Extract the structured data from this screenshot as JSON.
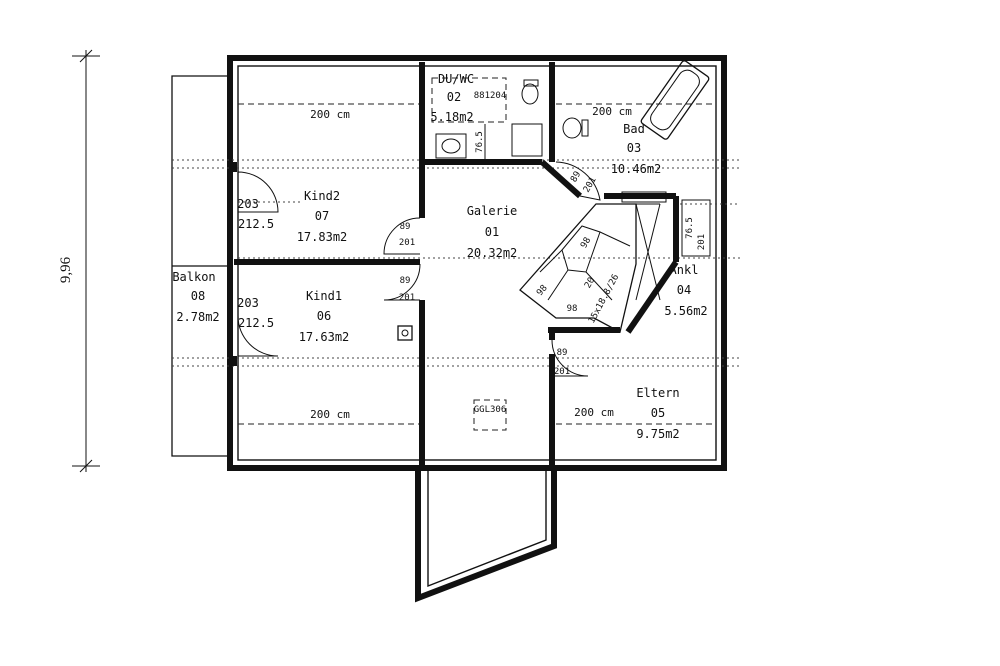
{
  "dimension": {
    "overall_height": "9,96"
  },
  "rooms": {
    "duwc": {
      "name": "DU/WC",
      "number": "02",
      "area": "5.18m2",
      "code": "881204",
      "dim": "76.5"
    },
    "bad": {
      "name": "Bad",
      "number": "03",
      "area": "10.46m2",
      "width": "200 cm"
    },
    "kind2": {
      "name": "Kind2",
      "number": "07",
      "area": "17.83m2",
      "width": "200 cm"
    },
    "galerie": {
      "name": "Galerie",
      "number": "01",
      "area": "20.32m2"
    },
    "balkon": {
      "name": "Balkon",
      "number": "08",
      "area": "2.78m2"
    },
    "kind1": {
      "name": "Kind1",
      "number": "06",
      "area": "17.63m2",
      "width": "200 cm"
    },
    "ankl": {
      "name": "Ankl",
      "number": "04",
      "area": "5.56m2",
      "dim1": "76.5",
      "dim2": "201"
    },
    "eltern": {
      "name": "Eltern",
      "number": "05",
      "area": "9.75m2",
      "width": "200 cm"
    }
  },
  "doors": {
    "kind2_w": {
      "w": "203",
      "h": "212.5"
    },
    "kind1_w": {
      "w": "203",
      "h": "212.5"
    },
    "kind2_d": {
      "w": "89",
      "h": "201"
    },
    "kind1_d": {
      "w": "89",
      "h": "201"
    },
    "bad_d": {
      "w": "89",
      "h": "201"
    },
    "eltern_d": {
      "w": "89",
      "h": "201"
    }
  },
  "stair": {
    "spec": "15x18.8/26",
    "steps": [
      "98",
      "20",
      "98",
      "98"
    ]
  },
  "chimney": {
    "code": "GGL306"
  }
}
